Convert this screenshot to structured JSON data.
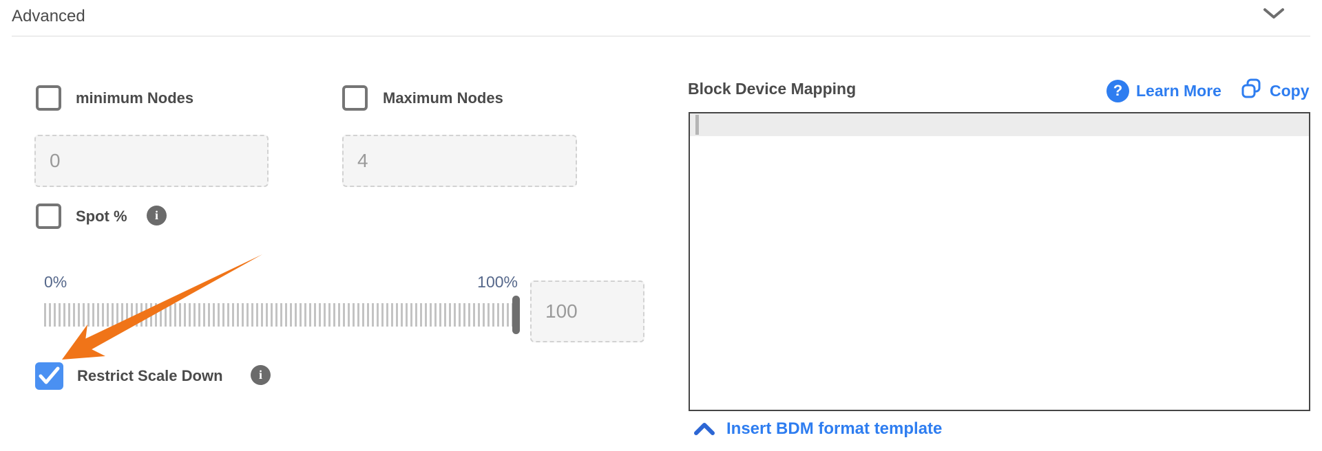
{
  "header": {
    "title": "Advanced"
  },
  "fields": {
    "min_nodes": {
      "label": "minimum Nodes",
      "value": "0",
      "checked": false
    },
    "max_nodes": {
      "label": "Maximum Nodes",
      "value": "4",
      "checked": false
    },
    "spot": {
      "label": "Spot %",
      "checked": false
    },
    "slider": {
      "min_label": "0%",
      "max_label": "100%",
      "value": "100",
      "position_pct": 100
    },
    "restrict_scale_down": {
      "label": "Restrict Scale Down",
      "checked": true
    }
  },
  "bdm": {
    "title": "Block Device Mapping",
    "learn_more_label": "Learn More",
    "copy_label": "Copy",
    "editor_content": "",
    "insert_template_label": "Insert BDM format template"
  },
  "icons": {
    "header_chevron": "chevron-down",
    "spot_info": "info-circle",
    "restrict_info": "info-circle",
    "learn_more": "question-circle",
    "copy": "copy-squares",
    "insert_template": "chevron-up",
    "annotation": "orange-arrow-pointing-to-restrict-checkbox",
    "info_glyph": "i",
    "question_glyph": "?"
  },
  "colors": {
    "link_blue": "#2e7df0",
    "checkbox_checked_blue": "#4a90f2",
    "arrow_orange": "#f07418",
    "slider_label_slate": "#56688b",
    "label_text": "#4a4a4a",
    "input_text": "#9a9a9a",
    "editor_border": "#454545"
  }
}
